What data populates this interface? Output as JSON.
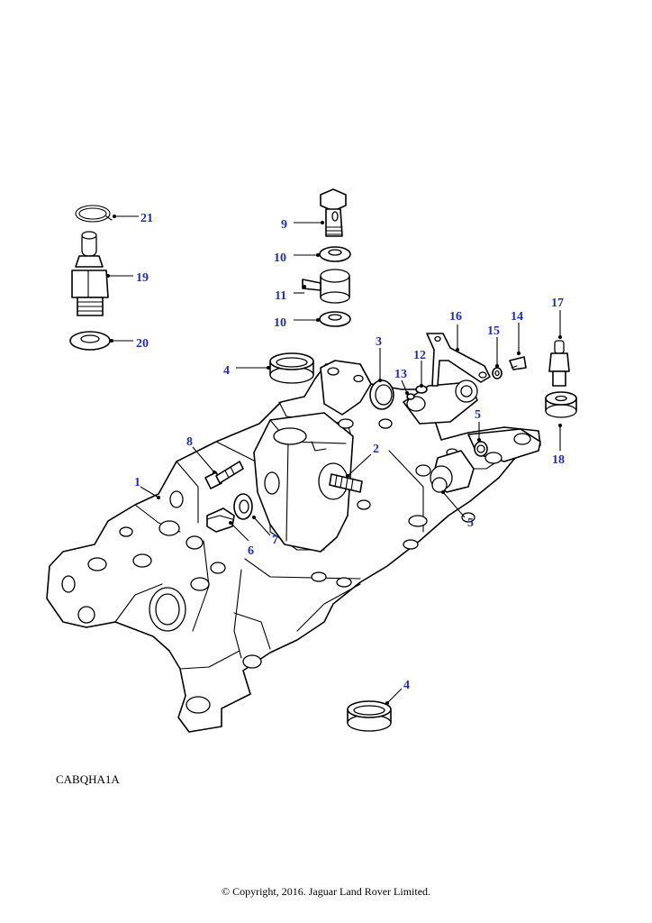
{
  "diagram_code": "CABQHA1A",
  "copyright": "© Copyright, 2016. Jaguar Land Rover Limited.",
  "callouts": [
    {
      "id": "c1",
      "label": "1"
    },
    {
      "id": "c2",
      "label": "2"
    },
    {
      "id": "c3",
      "label": "3"
    },
    {
      "id": "c4a",
      "label": "4"
    },
    {
      "id": "c4b",
      "label": "4"
    },
    {
      "id": "c5a",
      "label": "5"
    },
    {
      "id": "c5b",
      "label": "5"
    },
    {
      "id": "c6",
      "label": "6"
    },
    {
      "id": "c7",
      "label": "7"
    },
    {
      "id": "c8",
      "label": "8"
    },
    {
      "id": "c9",
      "label": "9"
    },
    {
      "id": "c10a",
      "label": "10"
    },
    {
      "id": "c10b",
      "label": "10"
    },
    {
      "id": "c11",
      "label": "11"
    },
    {
      "id": "c12",
      "label": "12"
    },
    {
      "id": "c13",
      "label": "13"
    },
    {
      "id": "c14",
      "label": "14"
    },
    {
      "id": "c15",
      "label": "15"
    },
    {
      "id": "c16",
      "label": "16"
    },
    {
      "id": "c17",
      "label": "17"
    },
    {
      "id": "c18",
      "label": "18"
    },
    {
      "id": "c19",
      "label": "19"
    },
    {
      "id": "c20",
      "label": "20"
    },
    {
      "id": "c21",
      "label": "21"
    }
  ],
  "colors": {
    "callout": "#1f2fb0",
    "line": "#000000",
    "background": "#ffffff"
  }
}
